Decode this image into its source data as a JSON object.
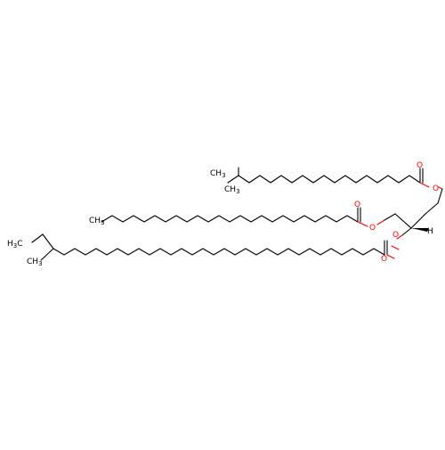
{
  "colors": {
    "carbon": "#000000",
    "oxygen": "#ff0000",
    "background": "#ffffff"
  },
  "atoms": {
    "oxygen": "O",
    "hydrogen": "H",
    "methyl_a": "CH",
    "methyl_a_sub": "3",
    "methyl_b": "CH",
    "methyl_b_sub": "3",
    "methyl_c": "CH",
    "methyl_c_sub": "3",
    "ethyl_h": "H",
    "ethyl_sub": "3",
    "ethyl_c": "C",
    "methyl_d": "CH",
    "methyl_d_sub": "3"
  }
}
